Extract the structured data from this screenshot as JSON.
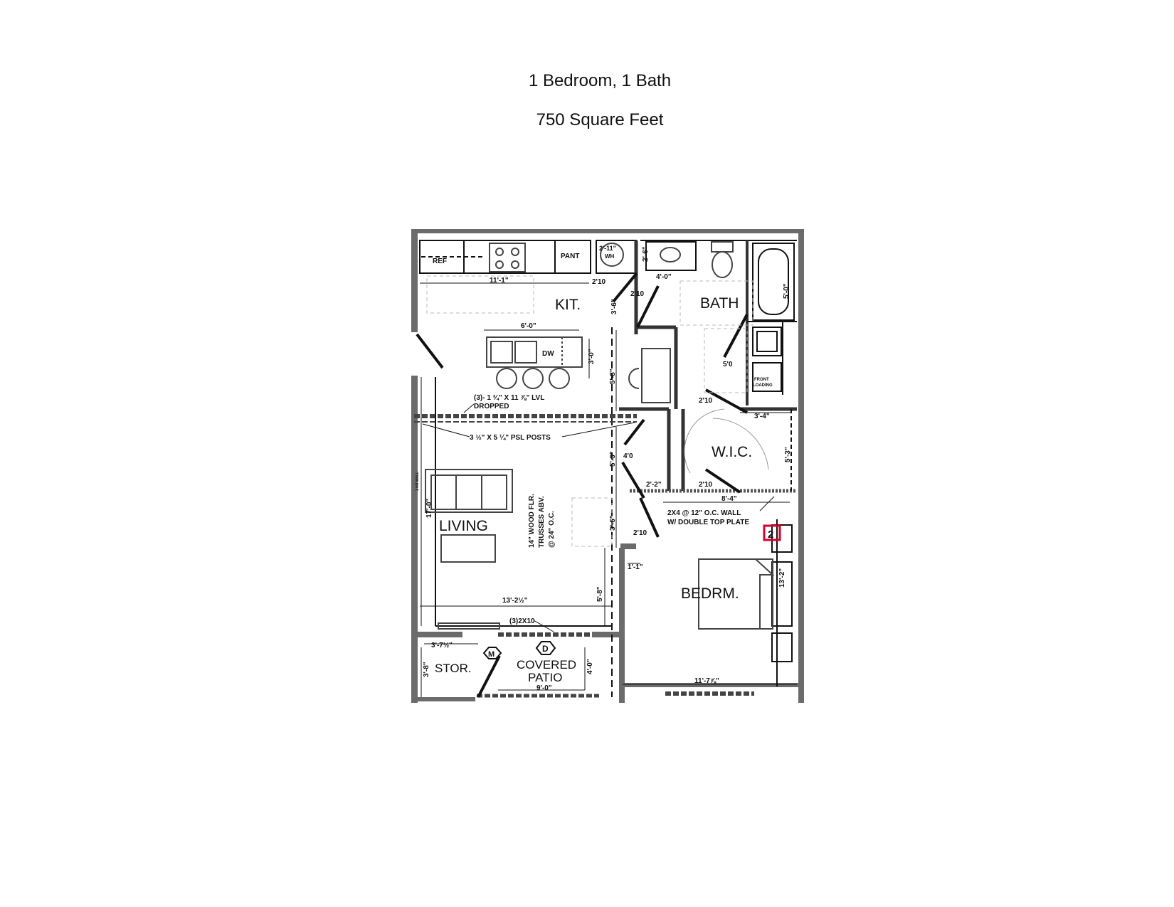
{
  "header": {
    "title": "1 Bedroom, 1 Bath",
    "area": "750 Square Feet"
  },
  "plan": {
    "rooms": {
      "kitchen": "KIT.",
      "bath": "BATH",
      "living": "LIVING",
      "wic": "W.I.C.",
      "bedroom": "BEDRM.",
      "storage": "STOR.",
      "patio_line1": "COVERED",
      "patio_line2": "PATIO"
    },
    "fixtures": {
      "ref": "REF",
      "pant": "PANT",
      "wh": "WH",
      "dw": "DW",
      "front_loading_1": "FRONT",
      "front_loading_2": "LOADING"
    },
    "dims": {
      "kit_width": "11'-1\"",
      "wh_width": "2'-11\"",
      "door_wh": "2'10",
      "door_bath": "2'10",
      "hall_3_6": "3'-6\"",
      "vanity_2_6": "2'-6\"",
      "vanity_4_0": "4'-0\"",
      "tub_5_0": "5'-0\"",
      "island_6_0": "6'-0\"",
      "island_3_0": "3'-0\"",
      "hall_5_8": "5'-8\"",
      "laundry_5_0": "5'0",
      "door_laundry": "2'10",
      "wic_3_4": "3'-4\"",
      "wic_5_3": "5'-3\"",
      "hall_5_3": "5'-3\"",
      "door_4_0": "4'0",
      "closet_2_2": "2'-2\"",
      "door_wic": "2'10",
      "wic_8_4": "8'-4\"",
      "hall_3_6b": "3'-6\"",
      "door_bed": "2'10",
      "jog_1_1": "1'-1\"",
      "living_17_0": "17'-0\"",
      "living_13_2": "13'-2½\"",
      "hall_5_8b": "5'-8\"",
      "bed_13_2": "13'-2\"",
      "bed_11_7": "11'-7⅞\"",
      "stor_3_7": "3'-7½\"",
      "stor_3_8": "3'-8\"",
      "patio_9_0": "9'-0\"",
      "patio_4_0": "4'-0\""
    },
    "notes": {
      "lvl_1": "(3)- 1 ¾\" X 11 ⅞\" LVL",
      "lvl_2": "DROPPED",
      "psl": "3 ½\" X 5 ¼\" PSL POSTS",
      "truss_1": "14\" WOOD FLR.",
      "truss_2": "TRUSSES ABV.",
      "truss_3": "@ 24\" O.C.",
      "wall_1": "2X4 @ 12\" O.C. WALL",
      "wall_2": "W/ DOUBLE TOP PLATE",
      "header_2x10": "(3)2X10",
      "tag_2": "2",
      "tag_m": "M",
      "tag_d": "D",
      "tv_wall": "1 HR WALL"
    },
    "colors": {
      "wall": "#6b6b6b",
      "line": "#111111",
      "furniture": "#444444",
      "tag_box": "#d6002a"
    }
  }
}
